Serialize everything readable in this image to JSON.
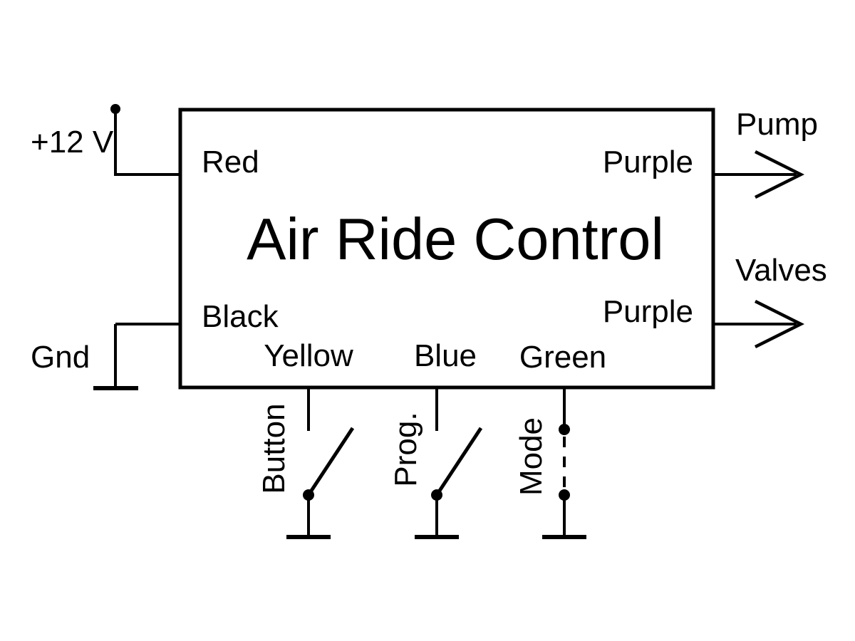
{
  "title": "Air Ride Control",
  "power": {
    "supply_label": "+12 V",
    "ground_label": "Gnd"
  },
  "pins": {
    "red": "Red",
    "black": "Black",
    "purple_top": "Purple",
    "purple_bottom": "Purple",
    "yellow": "Yellow",
    "blue": "Blue",
    "green": "Green"
  },
  "outputs": {
    "pump": "Pump",
    "valves": "Valves"
  },
  "switches": {
    "button": "Button",
    "prog": "Prog.",
    "mode": "Mode"
  },
  "colors": {
    "ink": "#000000",
    "background": "#ffffff"
  }
}
